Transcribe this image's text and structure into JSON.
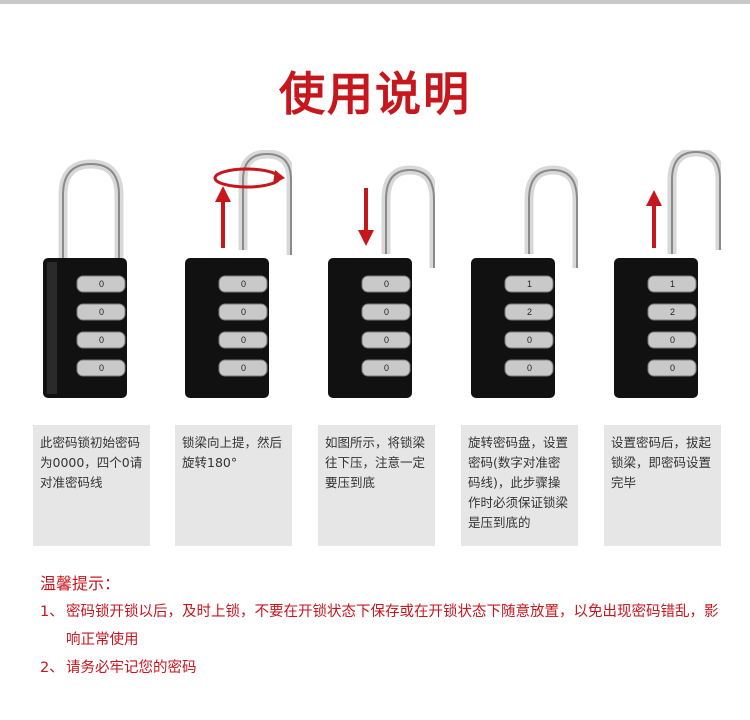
{
  "page": {
    "title": "使用说明"
  },
  "steps": [
    {
      "caption": "此密码锁初始密码为0000，四个0请对准密码线",
      "dials": [
        "0",
        "0",
        "0",
        "0"
      ],
      "arrow": "none",
      "open": false
    },
    {
      "caption": "锁梁向上提，然后旋转180°",
      "dials": [
        "0",
        "0",
        "0",
        "0"
      ],
      "arrow": "up-rotate",
      "open": true
    },
    {
      "caption": "如图所示，将锁梁往下压，注意一定要压到底",
      "dials": [
        "0",
        "0",
        "0",
        "0"
      ],
      "arrow": "down",
      "open": true
    },
    {
      "caption": "旋转密码盘，设置密码(数字对准密码线)，此步骤操作时必须保证锁梁是压到底的",
      "dials": [
        "1",
        "2",
        "0",
        "0"
      ],
      "arrow": "none",
      "open": true
    },
    {
      "caption": "设置密码后，拔起锁梁，即密码设置完毕",
      "dials": [
        "1",
        "2",
        "0",
        "0"
      ],
      "arrow": "up",
      "open": true
    }
  ],
  "tips": {
    "title": "温馨提示：",
    "items": [
      {
        "num": "1、",
        "text": "密码锁开锁以后，及时上锁，不要在开锁状态下保存或在开锁状态下随意放置，以免出现密码错乱，影响正常使用"
      },
      {
        "num": "2、",
        "text": "请务必牢记您的密码"
      }
    ]
  },
  "colors": {
    "accent": "#c8161d",
    "caption_bg": "#e6e6e6",
    "lock_body": "#111111"
  }
}
